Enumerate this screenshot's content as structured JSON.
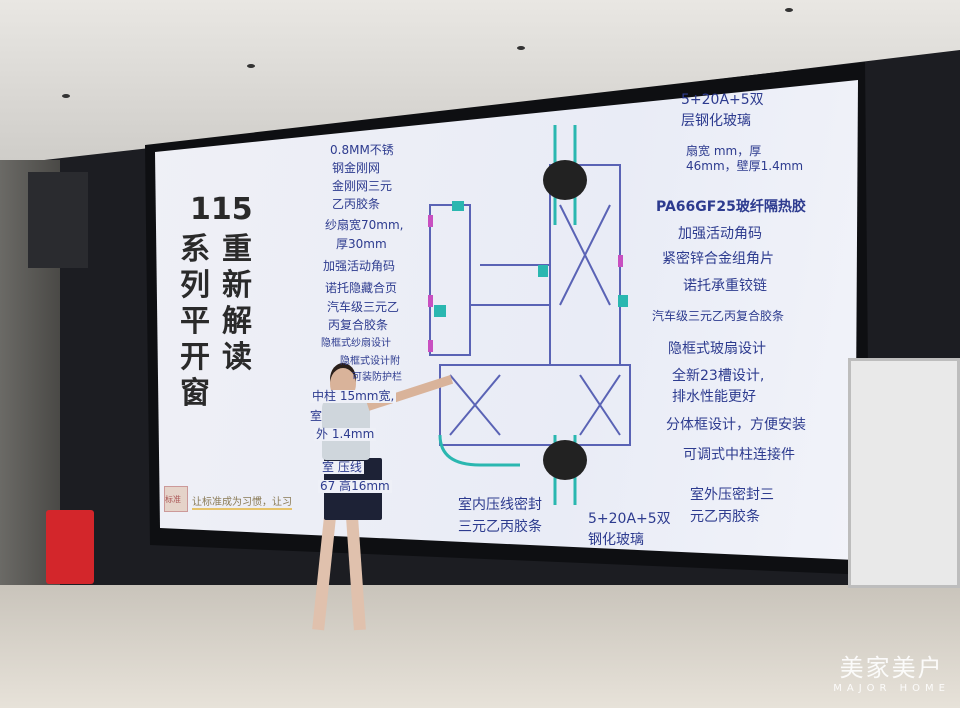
{
  "slide": {
    "title_number": "115",
    "title_col1": [
      "系",
      "列",
      "平",
      "开",
      "窗"
    ],
    "title_col2": [
      "重",
      "新",
      "解",
      "读"
    ],
    "slogan": "让标准成为习惯，让习",
    "logo_text": "标准",
    "left_labels": [
      "0.8MM不锈",
      "钢金刚网",
      "金刚网三元",
      "乙丙胶条",
      "纱扇宽70mm,",
      "厚30mm",
      "加强活动角码",
      "诺托隐藏合页",
      "汽车级三元乙",
      "丙复合胶条",
      "隐框式纱扇设计",
      "隐框式设计附",
      "可装防护栏",
      "中柱 15mm宽,",
      "室",
      "外 1.4mm",
      "室 压线",
      "67 高16mm"
    ],
    "right_labels": [
      "5+20A+5双",
      "层钢化玻璃",
      "扇宽 mm，厚",
      "46mm，壁厚1.4mm",
      "PA66GF25玻纤隔热胶",
      "加强活动角码",
      "紧密锌合金组角片",
      "诺托承重铰链",
      "汽车级三元乙丙复合胶条",
      "隐框式玻扇设计",
      "全新23槽设计,",
      "排水性能更好",
      "分体框设计，方便安装",
      "可调式中柱连接件",
      "室外压密封三",
      "元乙丙胶条"
    ],
    "bottom_labels": [
      "室内压线密封",
      "三元乙丙胶条",
      "5+20A+5双",
      "钢化玻璃"
    ]
  },
  "watermark": {
    "cn": "美家美户",
    "en": "MAJOR HOME"
  },
  "colors": {
    "label": "#2d3b8f",
    "profile": "#2ab7b0",
    "seal": "#c84fc0"
  }
}
